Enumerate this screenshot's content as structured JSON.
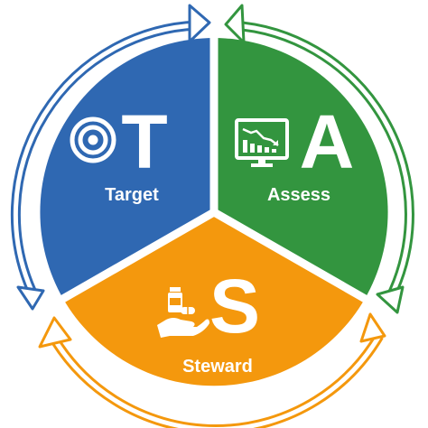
{
  "colors": {
    "target": "#2F68B2",
    "assess": "#33953F",
    "steward": "#F4980D",
    "divider": "#ffffff"
  },
  "segments": [
    {
      "key": "target",
      "letter": "T",
      "label": "Target",
      "icon": "concentric-target-icon"
    },
    {
      "key": "assess",
      "letter": "A",
      "label": "Assess",
      "icon": "monitor-declining-chart-icon"
    },
    {
      "key": "steward",
      "letter": "S",
      "label": "Steward",
      "icon": "hand-holding-pill-bottle-icon"
    }
  ]
}
